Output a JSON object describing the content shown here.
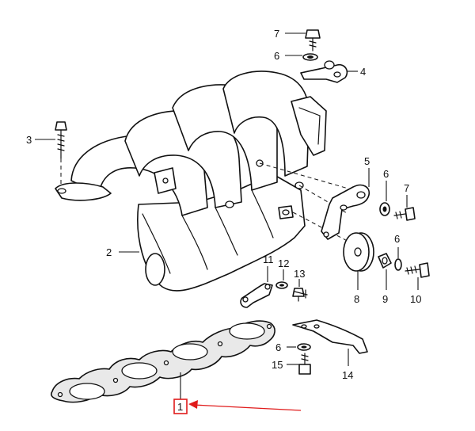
{
  "diagram": {
    "callouts": {
      "c1": "1",
      "c2": "2",
      "c3": "3",
      "c4": "4",
      "c5": "5",
      "c6a": "6",
      "c6b": "6",
      "c6c": "6",
      "c6d": "6",
      "c7a": "7",
      "c7b": "7",
      "c8": "8",
      "c9": "9",
      "c10": "10",
      "c11": "11",
      "c12": "12",
      "c13": "13",
      "c14": "14",
      "c15": "15"
    },
    "colors": {
      "line": "#111111",
      "highlight": "#e01b1b",
      "gasket_fill": "#e9e9e9"
    }
  }
}
